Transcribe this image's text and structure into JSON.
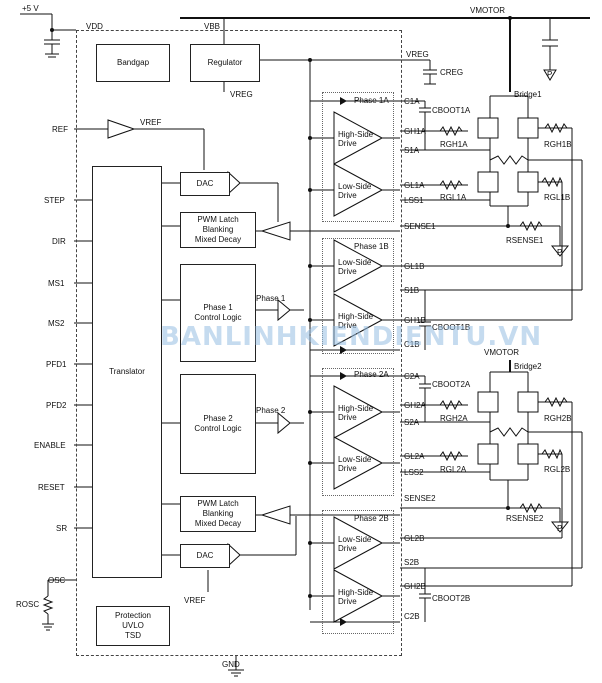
{
  "supply": {
    "v5": "+5 V",
    "vdd": "VDD",
    "vbb": "VBB",
    "vmotor": "VMOTOR",
    "vreg_pin": "VREG",
    "creg": "CREG",
    "vreg_out": "VREG",
    "gnd": "GND"
  },
  "blocks": {
    "bandgap": "Bandgap",
    "regulator": "Regulator",
    "dac": "DAC",
    "pwm_latch": "PWM Latch\nBlanking\nMixed Decay",
    "phase1": "Phase 1\nControl Logic",
    "phase2": "Phase 2\nControl Logic",
    "translator": "Translator",
    "protection": "Protection\nUVLO\nTSD",
    "hs_drive": "High-Side\nDrive",
    "ls_drive": "Low-Side\nDrive"
  },
  "left_pins": [
    "REF",
    "STEP",
    "DIR",
    "MS1",
    "MS2",
    "PFD1",
    "PFD2",
    "ENABLE",
    "RESET",
    "SR",
    "OSC"
  ],
  "rosc": "ROSC",
  "vref": "VREF",
  "right_pins": [
    "C1A",
    "GH1A",
    "S1A",
    "GL1A",
    "LSS1",
    "SENSE1",
    "GL1B",
    "S1B",
    "GH1B",
    "C1B",
    "C2A",
    "GH2A",
    "S2A",
    "GL2A",
    "LSS2",
    "SENSE2",
    "GL2B",
    "S2B",
    "GH2B",
    "C2B"
  ],
  "phase_groups": [
    "Phase 1A",
    "Phase 1B",
    "Phase 2A",
    "Phase 2B"
  ],
  "phase_signals": [
    "Phase 1",
    "Phase 2"
  ],
  "components": {
    "cboot1a": "CBOOT1A",
    "cboot1b": "CBOOT1B",
    "cboot2a": "CBOOT2A",
    "cboot2b": "CBOOT2B",
    "rgh1a": "RGH1A",
    "rgh1b": "RGH1B",
    "rgl1a": "RGL1A",
    "rgl1b": "RGL1B",
    "rgh2a": "RGH2A",
    "rgh2b": "RGH2B",
    "rgl2a": "RGL2A",
    "rgl2b": "RGL2B",
    "rsense1": "RSENSE1",
    "rsense2": "RSENSE2",
    "bridge1": "Bridge1",
    "bridge2": "Bridge2",
    "motor_p": "P"
  },
  "watermark": "BANLINHKIENDIENTU.VN"
}
